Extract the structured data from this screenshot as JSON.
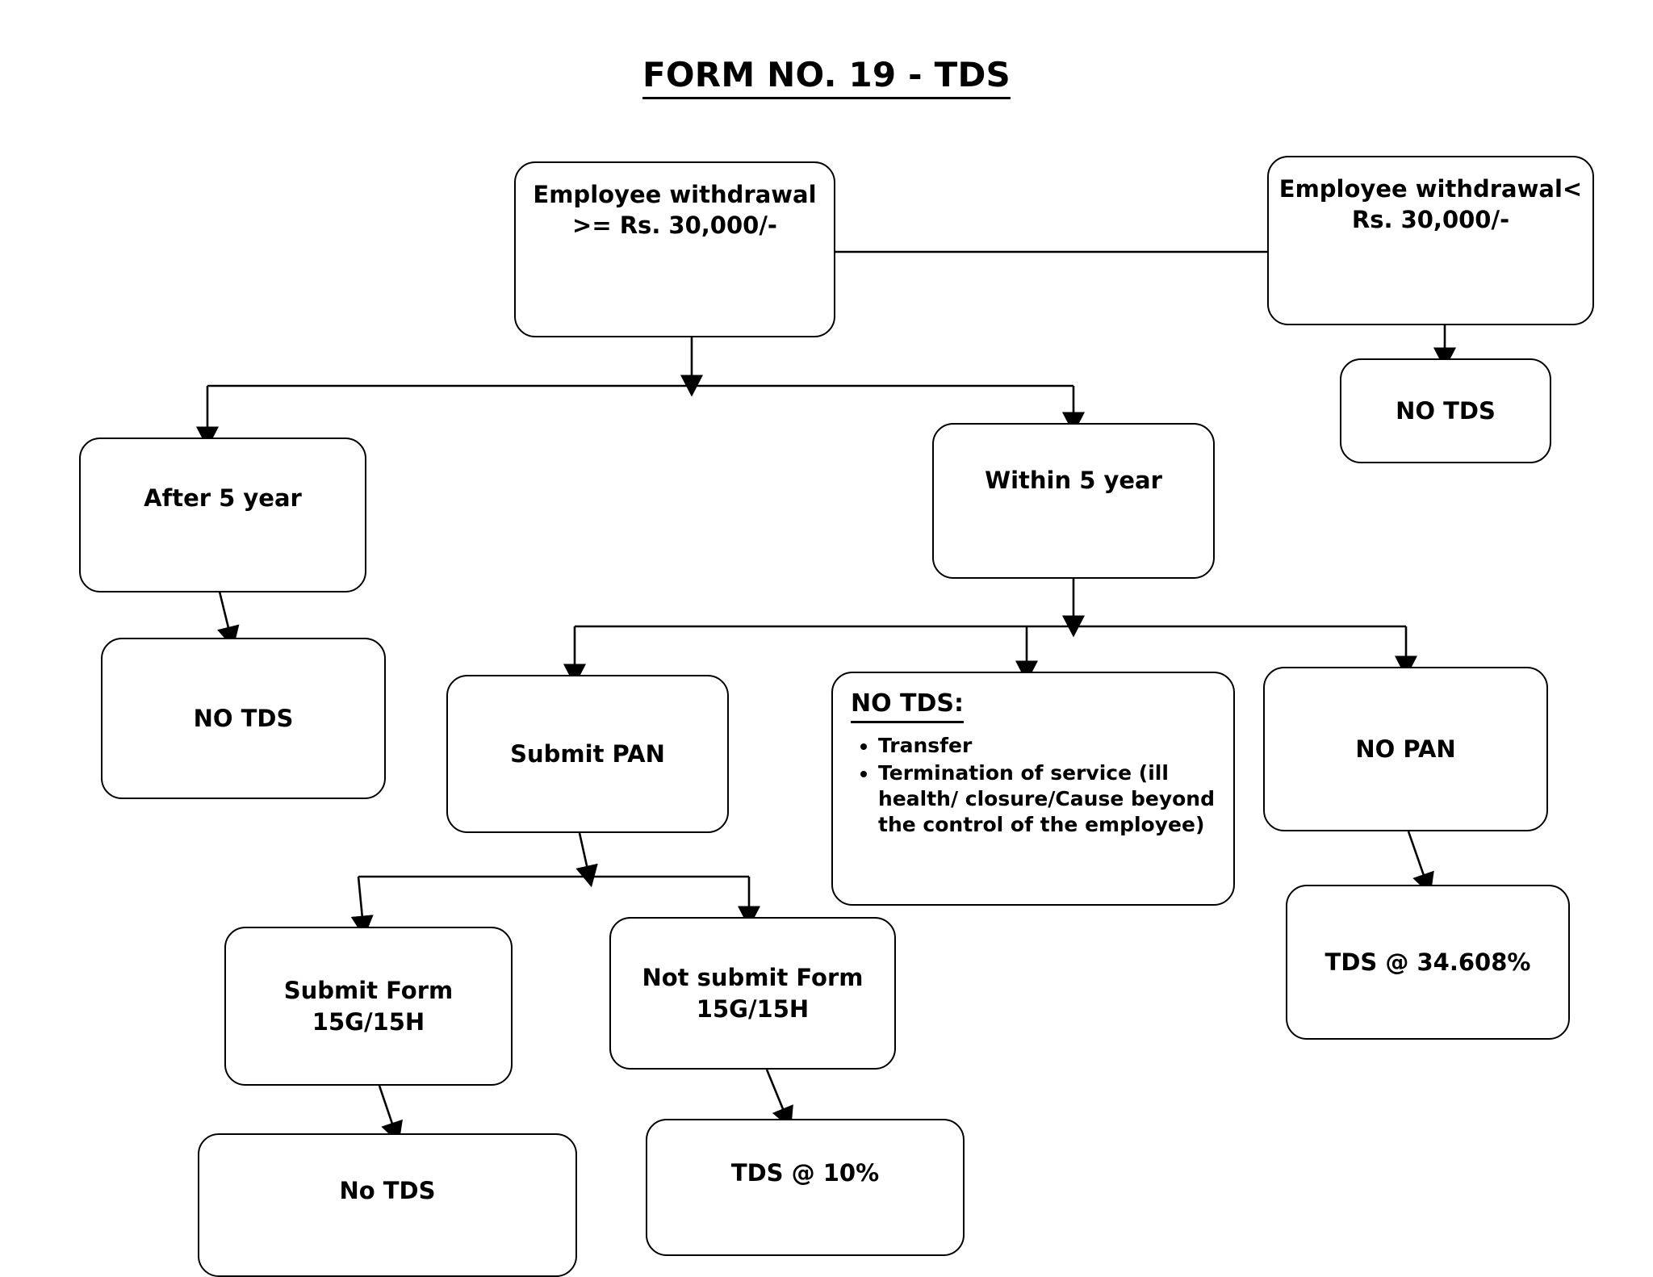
{
  "document": {
    "title": "FORM NO. 19 - TDS"
  },
  "nodes": {
    "withdrawal_ge": "Employee withdrawal >= Rs. 30,000/-",
    "withdrawal_lt": "Employee withdrawal< Rs. 30,000/-",
    "no_tds_right": "NO TDS",
    "after_5_year": "After 5 year",
    "within_5_year": "Within 5 year",
    "no_tds_left": "NO TDS",
    "submit_pan": "Submit PAN",
    "no_pan": "NO PAN",
    "no_tds_exceptions_heading": "NO TDS:",
    "no_tds_exceptions_items": [
      "Transfer",
      "Termination of service (ill health/ closure/Cause beyond the control of the employee)"
    ],
    "submit_form": "Submit Form 15G/15H",
    "not_submit_form": "Not submit Form 15G/15H",
    "tds_34608": "TDS @ 34.608%",
    "no_tds_bottom": "No TDS",
    "tds_10": "TDS @ 10%"
  },
  "chart_data": {
    "type": "diagram",
    "title": "FORM NO. 19 - TDS",
    "diagram_kind": "decision-flowchart",
    "edges": [
      {
        "from": "withdrawal_ge",
        "to": "withdrawal_lt",
        "style": "straight-horizontal",
        "arrow": false
      },
      {
        "from": "withdrawal_lt",
        "to": "no_tds_right",
        "style": "straight-vertical",
        "arrow": true
      },
      {
        "from": "withdrawal_ge",
        "to": "after_5_year",
        "style": "elbow-bus",
        "arrow": true
      },
      {
        "from": "withdrawal_ge",
        "to": "within_5_year",
        "style": "elbow-bus",
        "arrow": true
      },
      {
        "from": "after_5_year",
        "to": "no_tds_left",
        "style": "straight-vertical",
        "arrow": true
      },
      {
        "from": "within_5_year",
        "to": "submit_pan",
        "style": "elbow-bus",
        "arrow": true
      },
      {
        "from": "within_5_year",
        "to": "no_tds_exceptions",
        "style": "elbow-bus",
        "arrow": true
      },
      {
        "from": "within_5_year",
        "to": "no_pan",
        "style": "elbow-bus",
        "arrow": true
      },
      {
        "from": "submit_pan",
        "to": "submit_form",
        "style": "elbow-bus",
        "arrow": true
      },
      {
        "from": "submit_pan",
        "to": "not_submit_form",
        "style": "elbow-bus",
        "arrow": true
      },
      {
        "from": "submit_form",
        "to": "no_tds_bottom",
        "style": "straight-vertical",
        "arrow": true
      },
      {
        "from": "not_submit_form",
        "to": "tds_10",
        "style": "straight-vertical",
        "arrow": true
      },
      {
        "from": "no_pan",
        "to": "tds_34608",
        "style": "straight-vertical",
        "arrow": true
      }
    ],
    "colors": {
      "stroke": "#000000",
      "fill": "#ffffff",
      "text": "#000000"
    }
  }
}
